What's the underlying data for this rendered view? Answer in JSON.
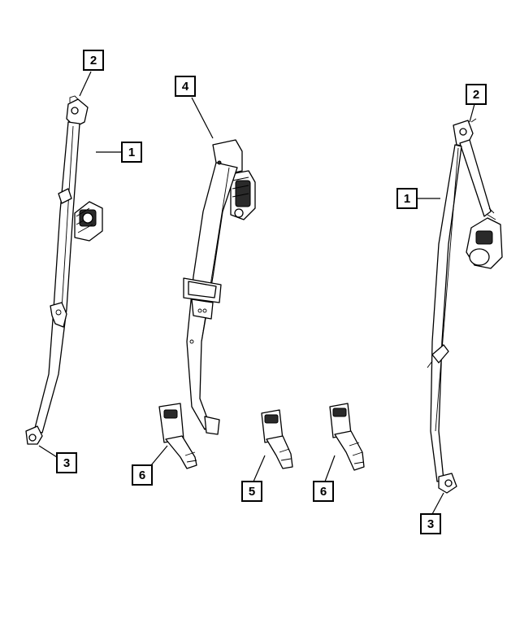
{
  "diagram": {
    "callouts": [
      {
        "id": "c-left-2",
        "label": "2"
      },
      {
        "id": "c-left-1",
        "label": "1"
      },
      {
        "id": "c-left-3",
        "label": "3"
      },
      {
        "id": "c-mid-4",
        "label": "4"
      },
      {
        "id": "c-mid-6a",
        "label": "6"
      },
      {
        "id": "c-mid-5",
        "label": "5"
      },
      {
        "id": "c-mid-6b",
        "label": "6"
      },
      {
        "id": "c-right-2",
        "label": "2"
      },
      {
        "id": "c-right-1",
        "label": "1"
      },
      {
        "id": "c-right-3",
        "label": "3"
      }
    ]
  }
}
